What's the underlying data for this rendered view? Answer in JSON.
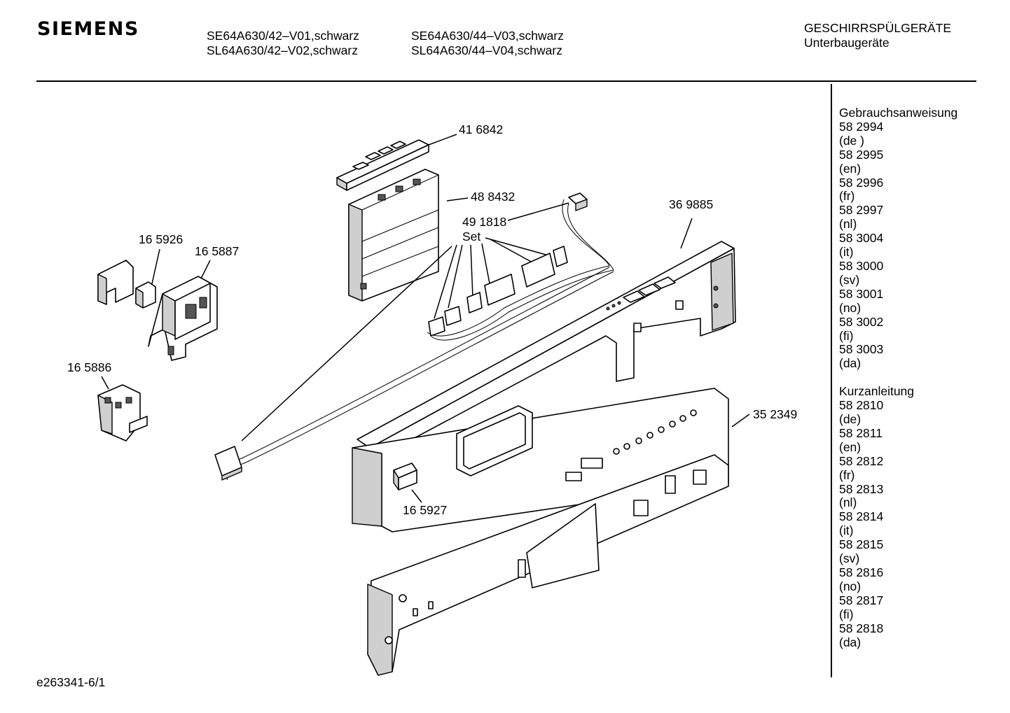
{
  "header": {
    "brand": "SIEMENS",
    "models_col1": [
      "SE64A630/42–V01,schwarz",
      "SL64A630/42–V02,schwarz"
    ],
    "models_col2": [
      "SE64A630/44–V03,schwarz",
      "SL64A630/44–V04,schwarz"
    ],
    "category": "GESCHIRRSPÜLGERÄTE",
    "subcategory": "Unterbaugeräte"
  },
  "parts": {
    "p416842": "41 6842",
    "p488432": "48 8432",
    "p491818": "49 1818",
    "set": "Set",
    "p369885": "36 9885",
    "p165926": "16 5926",
    "p165887": "16 5887",
    "p165886": "16 5886",
    "p352349": "35 2349",
    "p165927": "16 5927"
  },
  "sidebar": {
    "manual_title": "Gebrauchsanweisung",
    "manual": [
      {
        "number": "58 2994",
        "lang": "(de )"
      },
      {
        "number": "58 2995",
        "lang": "(en)"
      },
      {
        "number": "58 2996",
        "lang": "(fr)"
      },
      {
        "number": "58 2997",
        "lang": "(nl)"
      },
      {
        "number": "58 3004",
        "lang": "(it)"
      },
      {
        "number": "58 3000",
        "lang": "(sv)"
      },
      {
        "number": "58 3001",
        "lang": "(no)"
      },
      {
        "number": "58 3002",
        "lang": "(fi)"
      },
      {
        "number": "58 3003",
        "lang": "(da)"
      }
    ],
    "short_title": "Kurzanleitung",
    "short": [
      {
        "number": "58 2810",
        "lang": "(de)"
      },
      {
        "number": "58 2811",
        "lang": "(en)"
      },
      {
        "number": "58 2812",
        "lang": "(fr)"
      },
      {
        "number": "58 2813",
        "lang": "(nl)"
      },
      {
        "number": "58 2814",
        "lang": "(it)"
      },
      {
        "number": "58 2815",
        "lang": "(sv)"
      },
      {
        "number": "58 2816",
        "lang": "(no)"
      },
      {
        "number": "58 2817",
        "lang": "(fi)"
      },
      {
        "number": "58 2818",
        "lang": "(da)"
      }
    ]
  },
  "footer": {
    "drawing_id": "e263341-6/1"
  }
}
